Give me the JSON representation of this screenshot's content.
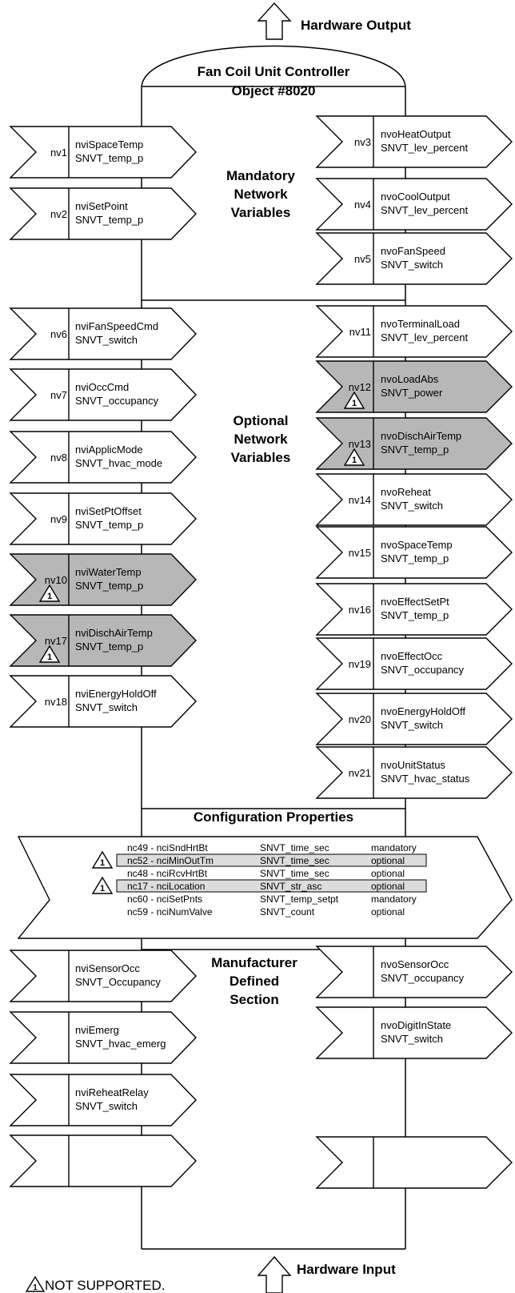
{
  "labels": {
    "hardware_output": "Hardware Output",
    "hardware_input": "Hardware Input",
    "object_title_1": "Fan Coil Unit Controller",
    "object_title_2": "Object #8020",
    "mandatory_1": "Mandatory",
    "mandatory_2": "Network",
    "mandatory_3": "Variables",
    "optional_1": "Optional",
    "optional_2": "Network",
    "optional_3": "Variables",
    "config_title": "Configuration Properties",
    "manufacturer_1": "Manufacturer",
    "manufacturer_2": "Defined",
    "manufacturer_3": "Section",
    "warning_number": "1",
    "footnote": "NOT SUPPORTED."
  },
  "colors": {
    "unsupported_fill": "#b7b7b7",
    "unsupported_row_fill": "#dcdcdc",
    "normal_fill": "#ffffff"
  },
  "left_inputs": [
    {
      "nv": "nv1",
      "name": "nviSpaceTemp",
      "type": "SNVT_temp_p",
      "unsupported": false
    },
    {
      "nv": "nv2",
      "name": "nviSetPoint",
      "type": "SNVT_temp_p",
      "unsupported": false
    },
    {
      "nv": "nv6",
      "name": "nviFanSpeedCmd",
      "type": "SNVT_switch",
      "unsupported": false
    },
    {
      "nv": "nv7",
      "name": "nviOccCmd",
      "type": "SNVT_occupancy",
      "unsupported": false
    },
    {
      "nv": "nv8",
      "name": "nviApplicMode",
      "type": "SNVT_hvac_mode",
      "unsupported": false
    },
    {
      "nv": "nv9",
      "name": "nviSetPtOffset",
      "type": "SNVT_temp_p",
      "unsupported": false
    },
    {
      "nv": "nv10",
      "name": "nviWaterTemp",
      "type": "SNVT_temp_p",
      "unsupported": true
    },
    {
      "nv": "nv17",
      "name": "nviDischAirTemp",
      "type": "SNVT_temp_p",
      "unsupported": true
    },
    {
      "nv": "nv18",
      "name": "nviEnergyHoldOff",
      "type": "SNVT_switch",
      "unsupported": false
    },
    {
      "nv": "",
      "name": "nviSensorOcc",
      "type": "SNVT_Occupancy",
      "unsupported": false
    },
    {
      "nv": "",
      "name": "nviEmerg",
      "type": "SNVT_hvac_emerg",
      "unsupported": false
    },
    {
      "nv": "",
      "name": "nviReheatRelay",
      "type": "SNVT_switch",
      "unsupported": false
    },
    {
      "nv": "",
      "name": "",
      "type": "",
      "unsupported": false
    }
  ],
  "right_outputs": [
    {
      "nv": "nv3",
      "name": "nvoHeatOutput",
      "type": "SNVT_lev_percent",
      "unsupported": false
    },
    {
      "nv": "nv4",
      "name": "nvoCoolOutput",
      "type": "SNVT_lev_percent",
      "unsupported": false
    },
    {
      "nv": "nv5",
      "name": "nvoFanSpeed",
      "type": "SNVT_switch",
      "unsupported": false
    },
    {
      "nv": "nv11",
      "name": "nvoTerminalLoad",
      "type": "SNVT_lev_percent",
      "unsupported": false
    },
    {
      "nv": "nv12",
      "name": "nvoLoadAbs",
      "type": "SNVT_power",
      "unsupported": true
    },
    {
      "nv": "nv13",
      "name": "nvoDischAirTemp",
      "type": "SNVT_temp_p",
      "unsupported": true
    },
    {
      "nv": "nv14",
      "name": "nvoReheat",
      "type": "SNVT_switch",
      "unsupported": false
    },
    {
      "nv": "nv15",
      "name": "nvoSpaceTemp",
      "type": "SNVT_temp_p",
      "unsupported": false
    },
    {
      "nv": "nv16",
      "name": "nvoEffectSetPt",
      "type": "SNVT_temp_p",
      "unsupported": false
    },
    {
      "nv": "nv19",
      "name": "nvoEffectOcc",
      "type": "SNVT_occupancy",
      "unsupported": false
    },
    {
      "nv": "nv20",
      "name": "nvoEnergyHoldOff",
      "type": "SNVT_switch",
      "unsupported": false
    },
    {
      "nv": "nv21",
      "name": "nvoUnitStatus",
      "type": "SNVT_hvac_status",
      "unsupported": false
    },
    {
      "nv": "",
      "name": "nvoSensorOcc",
      "type": "SNVT_occupancy",
      "unsupported": false
    },
    {
      "nv": "",
      "name": "nvoDigitInState",
      "type": "SNVT_switch",
      "unsupported": false
    },
    {
      "nv": "",
      "name": "",
      "type": "",
      "unsupported": false
    }
  ],
  "config_properties": [
    {
      "prop": "nc49 - nciSndHrtBt",
      "type": "SNVT_time_sec",
      "status": "mandatory",
      "unsupported": false
    },
    {
      "prop": "nc52 - nciMinOutTm",
      "type": "SNVT_time_sec",
      "status": "optional",
      "unsupported": true
    },
    {
      "prop": "nc48 - nciRcvHrtBt",
      "type": "SNVT_time_sec",
      "status": "optional",
      "unsupported": false
    },
    {
      "prop": "nc17 - nciLocation",
      "type": "SNVT_str_asc",
      "status": "optional",
      "unsupported": true
    },
    {
      "prop": "nc60 - nciSetPnts",
      "type": "SNVT_temp_setpt",
      "status": "mandatory",
      "unsupported": false
    },
    {
      "prop": "nc59 - nciNumValve",
      "type": "SNVT_count",
      "status": "optional",
      "unsupported": false
    }
  ]
}
